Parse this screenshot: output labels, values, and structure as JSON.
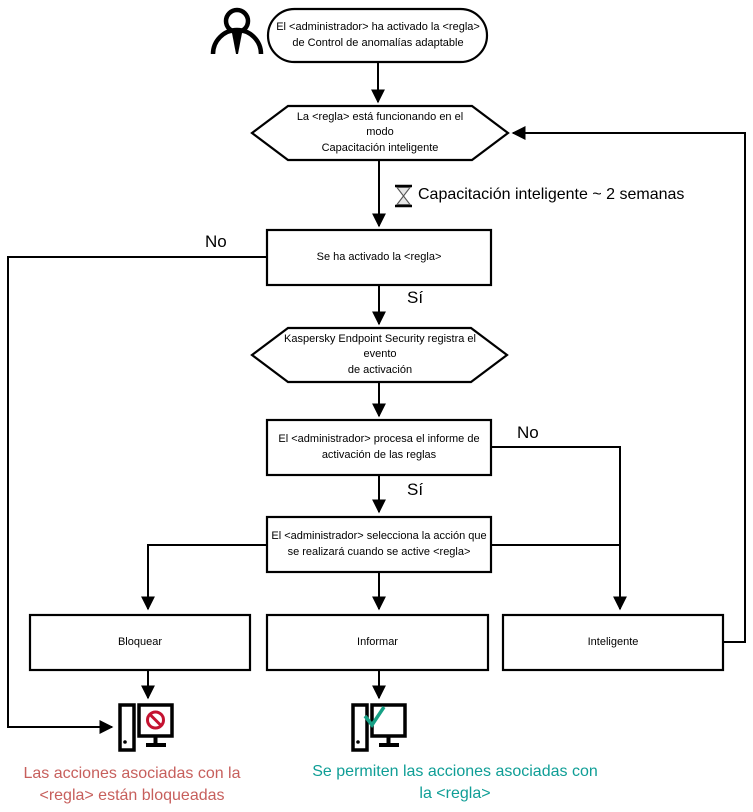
{
  "diagram": {
    "type": "flowchart",
    "language": "es",
    "nodes": {
      "start": {
        "shape": "stadium",
        "label": "El <administrador> ha activado la <regla>\nde Control de anomalías adaptable"
      },
      "smart_training_mode": {
        "shape": "hexagon",
        "label": "La <regla> está funcionando en el modo\nCapacitación inteligente"
      },
      "rule_triggered": {
        "shape": "rect",
        "label": "Se ha activado la <regla>"
      },
      "logs_event": {
        "shape": "hexagon",
        "label": "Kaspersky Endpoint Security registra el evento\nde activación"
      },
      "process_report": {
        "shape": "rect",
        "label": "El <administrador> procesa el informe de\nactivación de las reglas"
      },
      "select_action": {
        "shape": "rect",
        "label": "El <administrador> selecciona la acción que\nse realizará cuando se active <regla>"
      },
      "block": {
        "shape": "rect",
        "label": "Bloquear"
      },
      "inform": {
        "shape": "rect",
        "label": "Informar"
      },
      "smart": {
        "shape": "rect",
        "label": "Inteligente"
      }
    },
    "edge_labels": {
      "rule_triggered_no": "No",
      "rule_triggered_yes": "Sí",
      "process_report_no": "No",
      "process_report_yes": "Sí",
      "training_duration": "Capacitación inteligente ~ 2 semanas"
    },
    "results": {
      "blocked": "Las acciones asociadas con la\n<regla> están bloqueadas",
      "allowed": "Se permiten las acciones asociadas con\nla <regla>"
    },
    "icons": {
      "person": "person-icon",
      "hourglass": "hourglass-icon",
      "computer_blocked": "computer-blocked-icon",
      "computer_allowed": "computer-allowed-icon",
      "prohibition": "prohibition-icon",
      "checkmark": "checkmark-icon"
    },
    "colors": {
      "line": "#000000",
      "node_fill": "#ffffff",
      "blocked_text": "#c75f5c",
      "allowed_text": "#0f9e96",
      "prohibition": "#c41230",
      "checkmark": "#16a085",
      "background": "#ffffff"
    }
  }
}
